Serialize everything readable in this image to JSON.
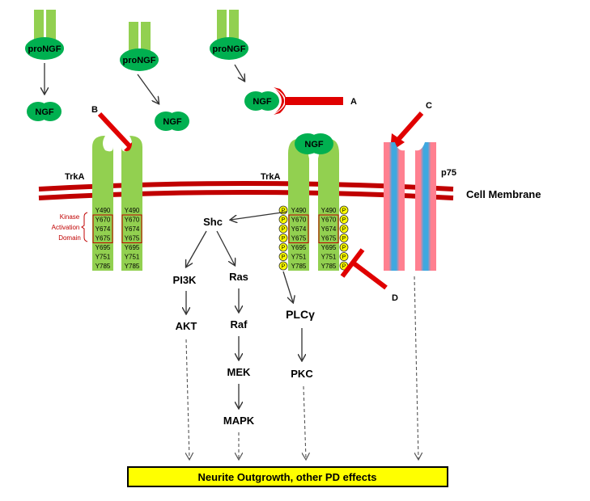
{
  "ligands": {
    "prongf": "proNGF",
    "ngf": "NGF"
  },
  "receptors": {
    "trka": "TrkA",
    "p75": "p75"
  },
  "membrane_label": "Cell Membrane",
  "kinase_domain": {
    "line1": "Kinase",
    "line2": "Activation",
    "line3": "Domain"
  },
  "tyrosines": [
    "Y490",
    "Y670",
    "Y674",
    "Y675",
    "Y695",
    "Y751",
    "Y785"
  ],
  "phospho": "P",
  "markers": {
    "a": "A",
    "b": "B",
    "c": "C",
    "d": "D"
  },
  "pathways": {
    "shc": "Shc",
    "pi3k": "PI3K",
    "akt": "AKT",
    "ras": "Ras",
    "raf": "Raf",
    "mek": "MEK",
    "mapk": "MAPK",
    "plc": "PLCγ",
    "pkc": "PKC"
  },
  "outcome": "Neurite Outgrowth, other PD effects",
  "colors": {
    "receptor_green": "#92d050",
    "ligand_green": "#00b050",
    "inhibitor_red": "#e00000",
    "membrane_red": "#c00000",
    "outcome_fill": "#ffff00",
    "phospho_fill": "#ffff00",
    "kinase_red": "#c00000"
  }
}
